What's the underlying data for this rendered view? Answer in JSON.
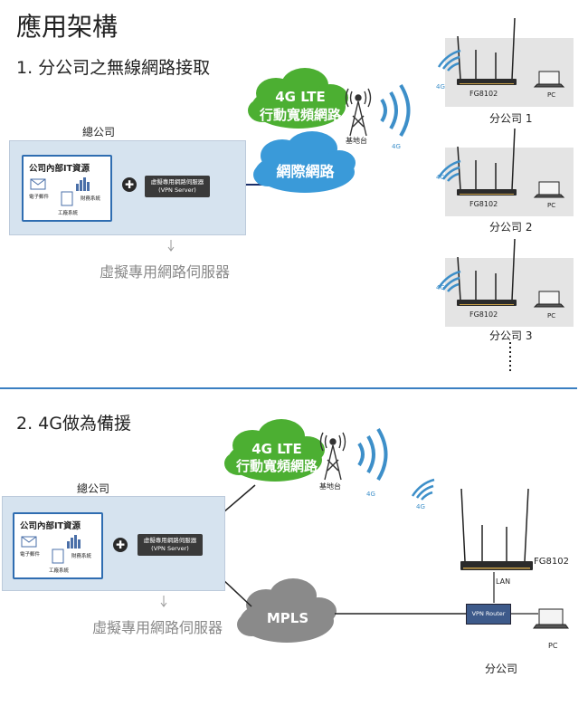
{
  "page_title": "應用架構",
  "section1": {
    "title": "1.  分公司之無線網路接取",
    "hq_label": "總公司",
    "it_title": "公司內部IT資源",
    "email_label": "電子郵件",
    "finance_label": "財務系統",
    "erp_label": "工廠系統",
    "vpn_line1": "虛擬專用網路伺服器",
    "vpn_line2": "(VPN Server)",
    "vpn_caption": "虛擬專用網路伺服器",
    "lte_line1": "4G LTE",
    "lte_line2": "行動寬頻網路",
    "internet_label": "網際網路",
    "base_station_label": "基地台",
    "signal_4g": "4G",
    "branches": [
      {
        "router": "FG8102",
        "pc": "PC",
        "signal": "4G",
        "label": "分公司 1"
      },
      {
        "router": "FG8102",
        "pc": "PC",
        "signal": "4G",
        "label": "分公司 2"
      },
      {
        "router": "FG8102",
        "pc": "PC",
        "signal": "4G",
        "label": "分公司 3"
      }
    ]
  },
  "section2": {
    "title": "2.  4G做為備援",
    "hq_label": "總公司",
    "it_title": "公司內部IT資源",
    "email_label": "電子郵件",
    "finance_label": "財務系統",
    "erp_label": "工廠系統",
    "vpn_line1": "虛擬專用網路伺服器",
    "vpn_line2": "(VPN Server)",
    "vpn_caption": "虛擬專用網路伺服器",
    "lte_line1": "4G LTE",
    "lte_line2": "行動寬頻網路",
    "mpls_label": "MPLS",
    "base_station_label": "基地台",
    "signal_4g": "4G",
    "branch_signal": "4G",
    "router": "FG8102",
    "lan_label": "LAN",
    "vpn_router": "VPN Router",
    "pc": "PC",
    "branch_label": "分公司"
  },
  "colors": {
    "cloud_green": "#4caf32",
    "cloud_blue": "#3a9ad9",
    "cloud_gray": "#8a8a8a",
    "accent_blue": "#3a7fc2",
    "signal_blue": "#3d8fc9"
  }
}
